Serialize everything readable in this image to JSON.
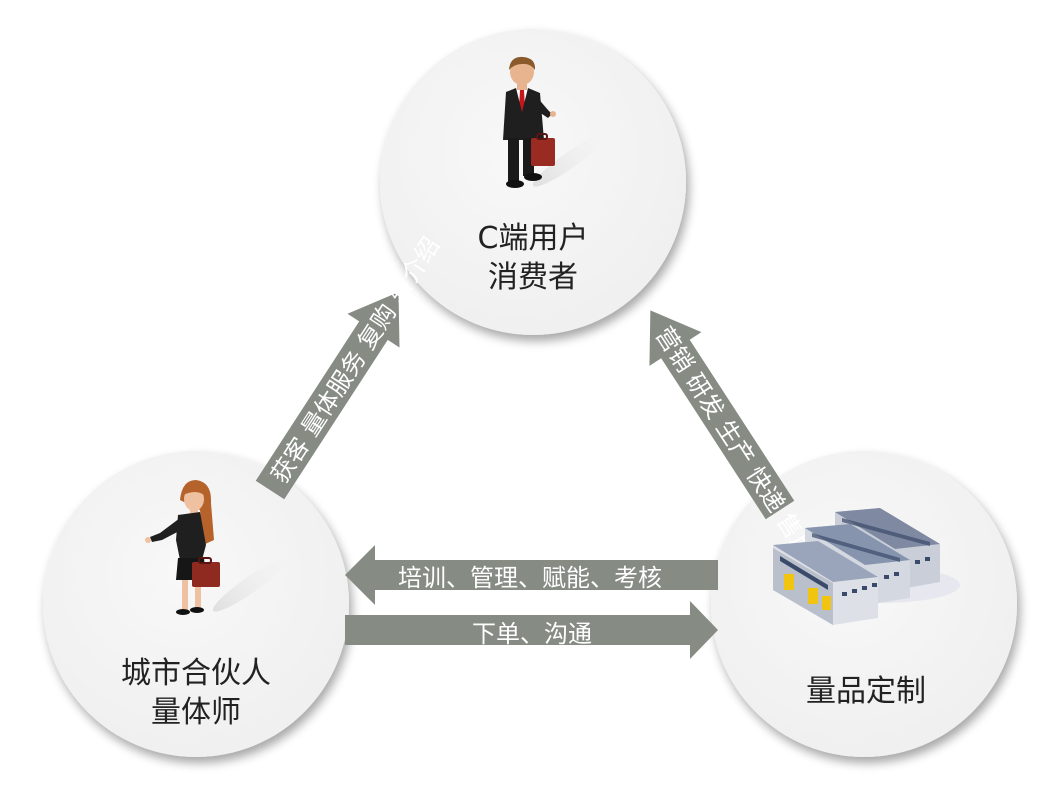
{
  "nodes": {
    "consumer": {
      "line1": "C端用户",
      "line2": "消费者"
    },
    "partner": {
      "line1": "城市合伙人",
      "line2": "量体师"
    },
    "factory": {
      "line1": "量品定制"
    }
  },
  "arrows": {
    "partner_to_consumer": "获客 量体服务 复购 转介绍",
    "factory_to_consumer": "营销 研发 生产 快递 售后",
    "factory_to_partner": "培训、管理、赋能、考核",
    "partner_to_factory": "下单、沟通"
  },
  "colors": {
    "arrow": "#868b84",
    "circle_fill": "#f5f5f5",
    "node_text": "#222222",
    "arrow_text": "#ffffff"
  }
}
